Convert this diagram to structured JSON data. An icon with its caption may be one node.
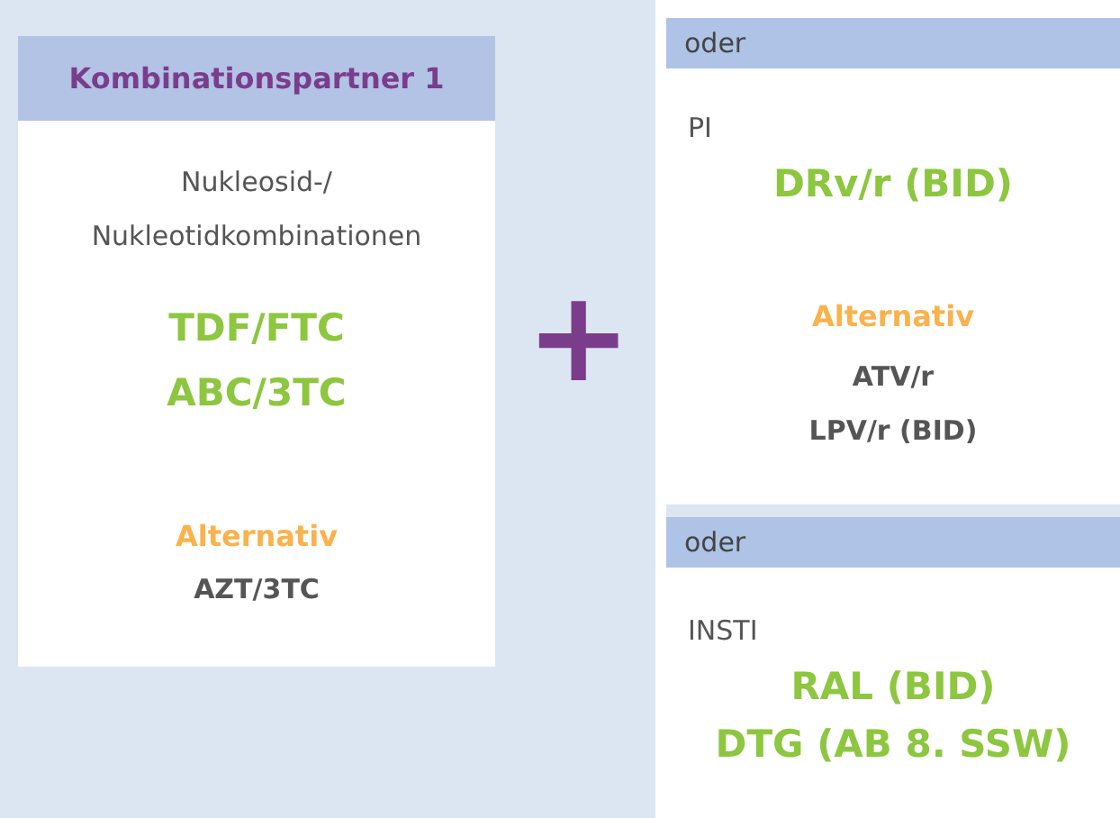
{
  "diagram": {
    "nodes": [
      {
        "text": [
          "Kombinationspartner 1",
          "Nukleosid-/ Nukleotidkombinationen",
          "TDF/FTC",
          "ABC/3TC",
          "Alternativ",
          "AZT/3TC"
        ]
      },
      {
        "text": [
          "oder",
          "PI",
          "DRv/r (BID)",
          "Alternativ",
          "ATV/r",
          "LPV/r (BID)"
        ]
      },
      {
        "text": [
          "oder",
          "INSTI",
          "RAL (BID)",
          "DTG (AB 8. SSW)"
        ]
      }
    ],
    "labels": [
      "+"
    ]
  }
}
